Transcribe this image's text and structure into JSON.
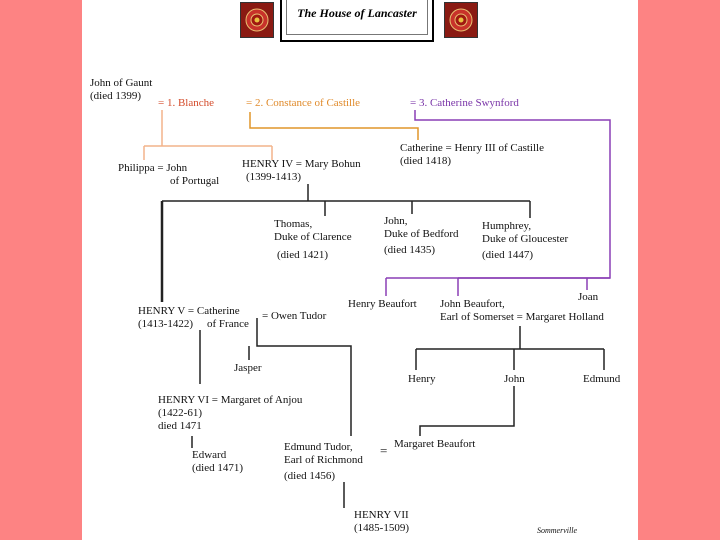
{
  "title": "The House of Lancaster",
  "credit": "Sommerville",
  "people": {
    "john_of_gaunt": [
      "John of Gaunt",
      "(died 1399)"
    ],
    "blanche": "= 1. Blanche",
    "constance": "= 2. Constance of Castille",
    "catherine_swynford": "= 3. Catherine Swynford",
    "philippa": [
      "Philippa = John",
      "of Portugal"
    ],
    "henry_iv": [
      "HENRY IV = Mary Bohun",
      "(1399-1413)"
    ],
    "catherine_castille": [
      "Catherine = Henry III of Castille",
      "(died 1418)"
    ],
    "thomas": [
      "Thomas,",
      "Duke of Clarence",
      "(died 1421)"
    ],
    "john_bedford": [
      "John,",
      "Duke of Bedford",
      "(died 1435)"
    ],
    "humphrey": [
      "Humphrey,",
      "Duke of Gloucester",
      "(died 1447)"
    ],
    "henry_beaufort": "Henry Beaufort",
    "john_beaufort": [
      "John Beaufort,",
      "Earl of Somerset = Margaret Holland"
    ],
    "joan": "Joan",
    "henry_v": [
      "HENRY V = Catherine",
      "(1413-1422)",
      "of France"
    ],
    "owen_tudor": "= Owen Tudor",
    "jasper": "Jasper",
    "beaufort_henry": "Henry",
    "beaufort_john": "John",
    "beaufort_edmund": "Edmund",
    "henry_vi": [
      "HENRY VI = Margaret of Anjou",
      "(1422-61)",
      "died 1471"
    ],
    "edward": [
      "Edward",
      "(died 1471)"
    ],
    "edmund_tudor": [
      "Edmund Tudor,",
      "Earl of Richmond",
      "(died 1456)"
    ],
    "marriage_sign": "=",
    "margaret_beaufort": "Margaret Beaufort",
    "henry_vii": [
      "HENRY VII",
      "(1485-1509)"
    ]
  },
  "colors": {
    "blanche_line": "#f2b38a",
    "constance_line": "#e0962a",
    "swynford_line": "#8a3fb5",
    "black_line": "#222222",
    "red_rose": "#8a1a12"
  }
}
